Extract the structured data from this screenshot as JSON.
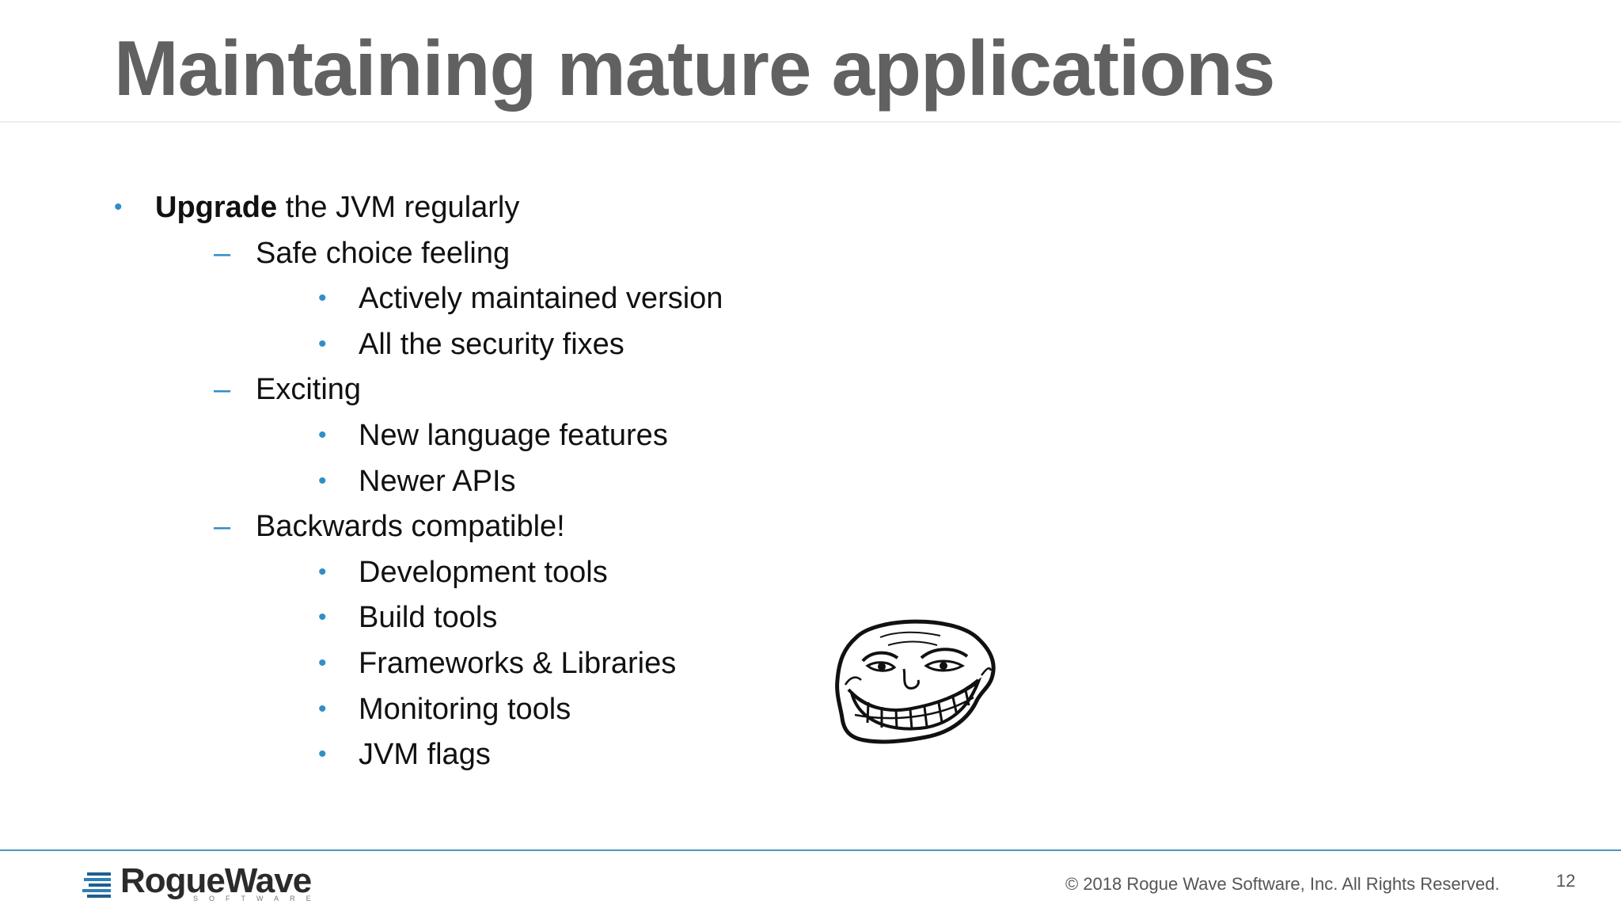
{
  "slide": {
    "title": "Maintaining mature applications",
    "bullets": [
      {
        "level": 1,
        "marker": "•",
        "bold": "Upgrade",
        "text": " the JVM regularly"
      },
      {
        "level": 2,
        "marker": "–",
        "text": "Safe choice feeling"
      },
      {
        "level": 3,
        "marker": "•",
        "text": "Actively maintained version"
      },
      {
        "level": 3,
        "marker": "•",
        "text": "All the security fixes"
      },
      {
        "level": 2,
        "marker": "–",
        "text": "Exciting"
      },
      {
        "level": 3,
        "marker": "•",
        "text": "New language features"
      },
      {
        "level": 3,
        "marker": "•",
        "text": "Newer APIs"
      },
      {
        "level": 2,
        "marker": "–",
        "text": "Backwards compatible!"
      },
      {
        "level": 3,
        "marker": "•",
        "text": "Development tools"
      },
      {
        "level": 3,
        "marker": "•",
        "text": "Build tools"
      },
      {
        "level": 3,
        "marker": "•",
        "text": "Frameworks & Libraries"
      },
      {
        "level": 3,
        "marker": "•",
        "text": "Monitoring tools"
      },
      {
        "level": 3,
        "marker": "•",
        "text": "JVM flags"
      }
    ]
  },
  "images": {
    "troll_face": "trollface-meme-icon"
  },
  "footer": {
    "logo_text": "RogueWave",
    "logo_subtext": "SOFTWARE",
    "copyright": "© 2018 Rogue Wave Software, Inc. All Rights Reserved.",
    "page_number": "12"
  },
  "colors": {
    "title": "#616161",
    "bullet_marker": "#2f8fc7",
    "footer_rule": "#4d93c7",
    "body_text": "#111111"
  }
}
